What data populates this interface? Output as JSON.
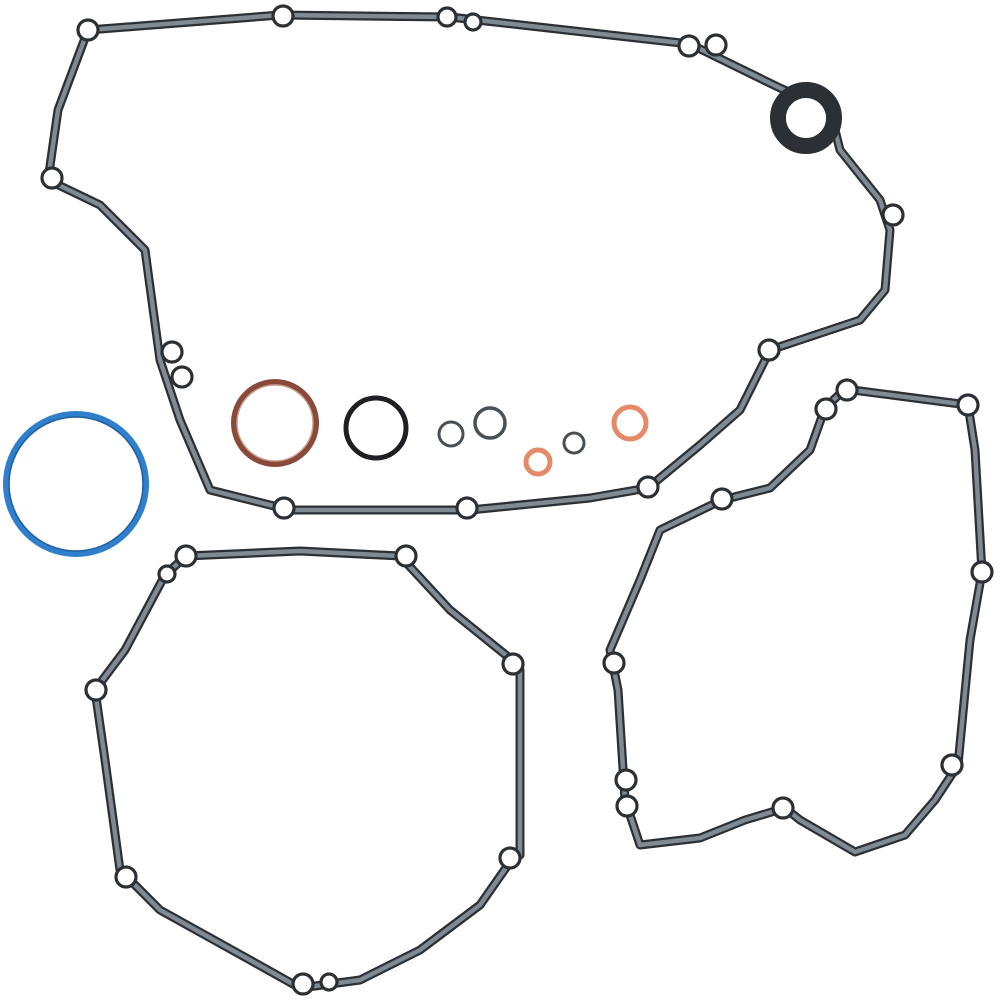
{
  "image": {
    "subject": "gasket-kit-photo",
    "background_color": "#ffffff"
  },
  "colors": {
    "gasket_material": "#2c2f33",
    "gasket_core": "#7f8a93",
    "o_ring_blue": "#2f7fcc",
    "ring_brown": "#8a4a3a",
    "ring_black": "#1e1f22",
    "ring_copper": "#e58a68",
    "ring_gray": "#4a4f55"
  },
  "parts": {
    "gasket_count": 3,
    "o_ring_count": 8,
    "o_ring_colors": [
      "blue",
      "brown",
      "black",
      "gray",
      "gray",
      "copper",
      "gray",
      "copper"
    ]
  }
}
